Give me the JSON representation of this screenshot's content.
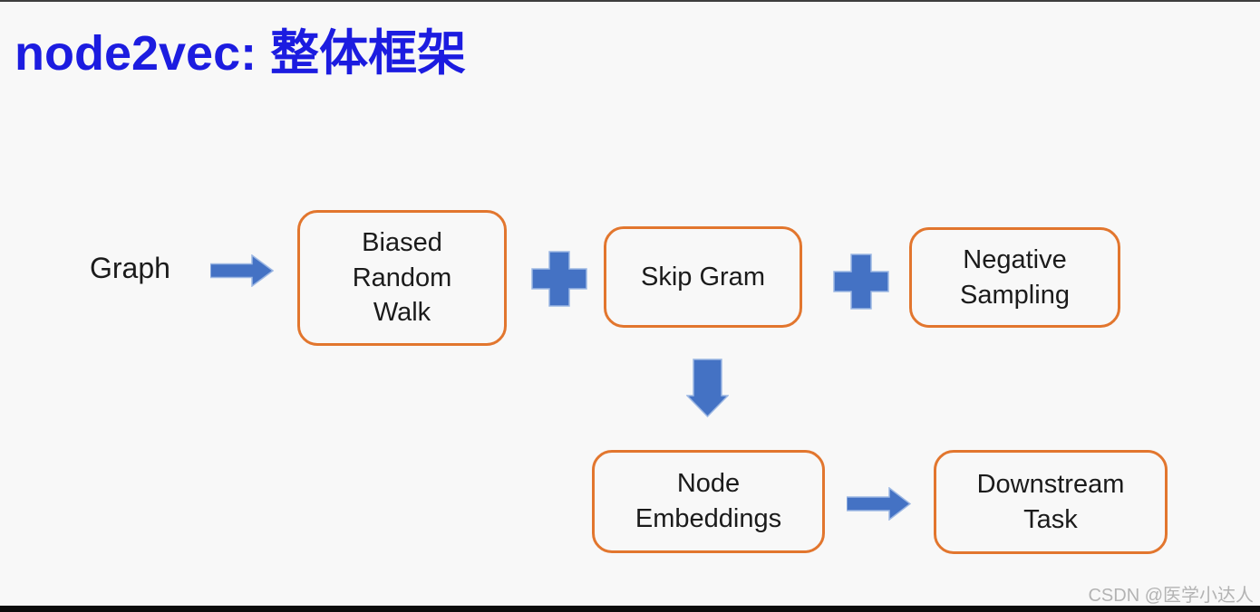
{
  "title": {
    "text": "node2vec: 整体框架"
  },
  "diagram": {
    "graph_label": "Graph",
    "boxes": {
      "biased_random_walk": "Biased\nRandom\nWalk",
      "skip_gram": "Skip Gram",
      "negative_sampling": "Negative\nSampling",
      "node_embeddings": "Node\nEmbeddings",
      "downstream_task": "Downstream\nTask"
    },
    "operators": {
      "left_plus": "+",
      "right_plus": "+"
    },
    "flow": [
      "Graph -> Biased Random Walk",
      "Biased Random Walk + Skip Gram + Negative Sampling",
      "Skip Gram -> Node Embeddings",
      "Node Embeddings -> Downstream Task"
    ]
  },
  "watermark": {
    "text": "CSDN @医学小达人"
  },
  "colors": {
    "background": "#f8f8f8",
    "title_blue": "#1c1ce0",
    "box_border_orange": "#e2762e",
    "box_text": "#1b1b1b",
    "arrow_fill_blue": "#4472c4",
    "arrow_stroke_light": "#9cb7e3",
    "watermark_gray": "#b3b3b3",
    "frame_bar_black": "#0c0c0c"
  }
}
